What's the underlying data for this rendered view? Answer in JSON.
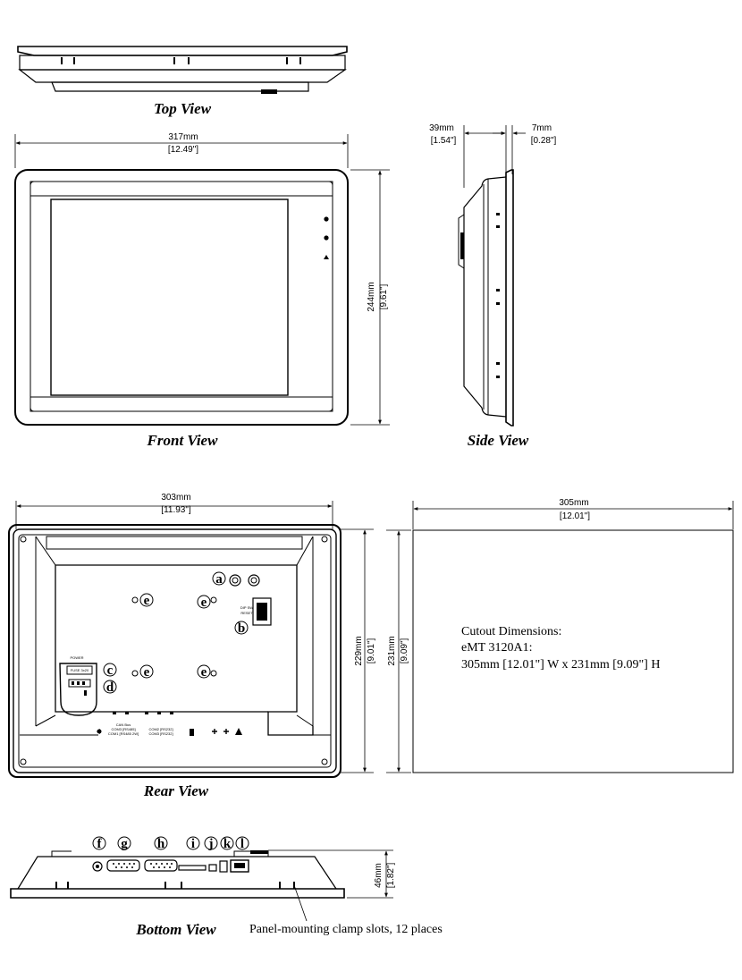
{
  "views": {
    "top": "Top View",
    "front": "Front View",
    "side": "Side View",
    "rear": "Rear View",
    "bottom": "Bottom View"
  },
  "dimensions": {
    "front_width_mm": "317mm",
    "front_width_in": "[12.49\"]",
    "front_height_mm": "244mm",
    "front_height_in": "[9.61\"]",
    "side_depth_mm": "39mm",
    "side_depth_in": "[1.54\"]",
    "side_bezel_mm": "7mm",
    "side_bezel_in": "[0.28\"]",
    "rear_width_mm": "303mm",
    "rear_width_in": "[11.93\"]",
    "rear_height_mm": "229mm",
    "rear_height_in": "[9.01\"]",
    "cutout_width_mm": "305mm",
    "cutout_width_in": "[12.01\"]",
    "cutout_height_mm": "231mm",
    "cutout_height_in": "[9.09\"]",
    "bottom_depth_mm": "46mm",
    "bottom_depth_in": "[1.82\"]"
  },
  "cutout_text": {
    "line1": "Cutout Dimensions:",
    "line2": "eMT 3120A1:",
    "line3": "305mm [12.01\"] W x 231mm [9.09\"] H"
  },
  "callouts": {
    "a": "a",
    "b": "b",
    "c": "c",
    "d": "d",
    "e": "e",
    "f": "f",
    "g": "g",
    "h": "h",
    "i": "i",
    "j": "j",
    "k": "k",
    "l": "l"
  },
  "rear_labels": {
    "power": "POWER",
    "fuse": "FUSE 3x20",
    "com_can": "CAN Bus",
    "com3": "COM3 [RS485]",
    "com1": "COM1 [RS485 2W]",
    "com2": "COM2 [RS232]",
    "com3b": "COM3 [RS232]",
    "dip": "DIP SW",
    "reset": "RESET"
  },
  "panel_note": "Panel-mounting clamp slots, 12 places"
}
